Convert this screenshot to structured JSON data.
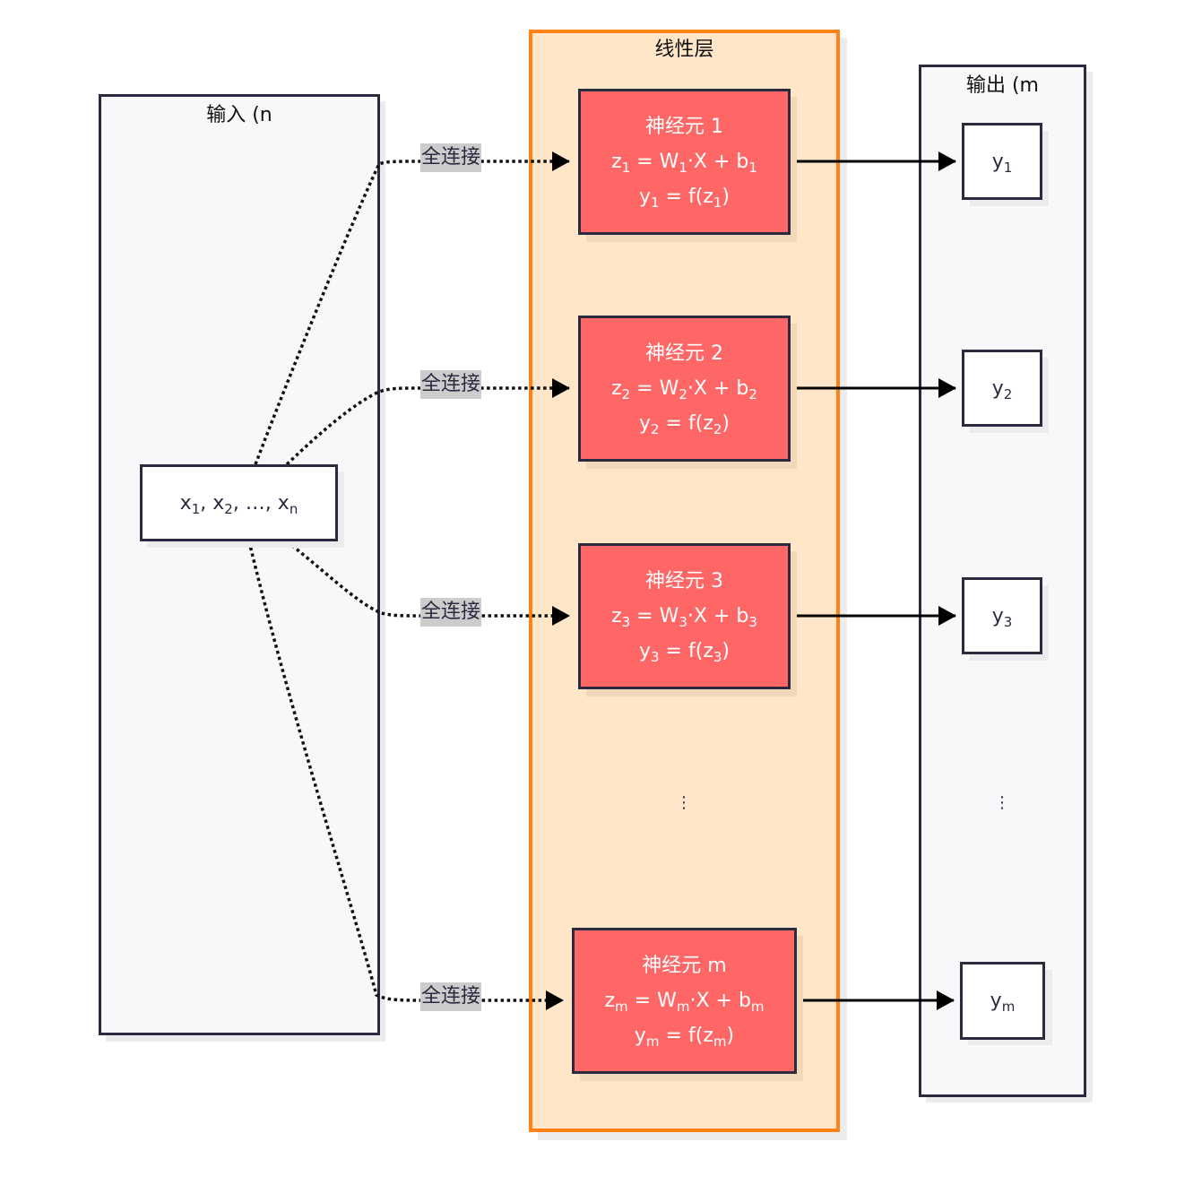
{
  "input_group": {
    "title": "输入 (n",
    "node": {
      "var": "x",
      "subs": [
        "1",
        "2",
        "n"
      ],
      "separator": ", ",
      "ellipsis": "...,"
    }
  },
  "linear_layer": {
    "title": "线性层",
    "neurons": [
      {
        "title": "神经元 1",
        "sub": "1"
      },
      {
        "title": "神经元 2",
        "sub": "2"
      },
      {
        "title": "神经元 3",
        "sub": "3"
      },
      {
        "title": "神经元 m",
        "sub": "m"
      }
    ],
    "ellipsis": "⋮"
  },
  "output_group": {
    "title": "输出 (m",
    "nodes": [
      {
        "var": "y",
        "sub": "1"
      },
      {
        "var": "y",
        "sub": "2"
      },
      {
        "var": "y",
        "sub": "3"
      },
      {
        "var": "y",
        "sub": "m"
      }
    ],
    "ellipsis": "⋮"
  },
  "connections": {
    "label": "全连接",
    "style": "dotted",
    "count": 4
  },
  "formula": {
    "z_var": "z",
    "w_var": "W",
    "x_var": "X",
    "b_var": "b",
    "y_var": "y",
    "f_name": "f"
  },
  "colors": {
    "layer_border": "#ff8217",
    "layer_fill": "#ffe6c9",
    "neuron_fill": "#ff6666",
    "stroke": "#2b2a3f",
    "container_fill": "#f8f8fb",
    "label_bg": "#cccccc"
  }
}
